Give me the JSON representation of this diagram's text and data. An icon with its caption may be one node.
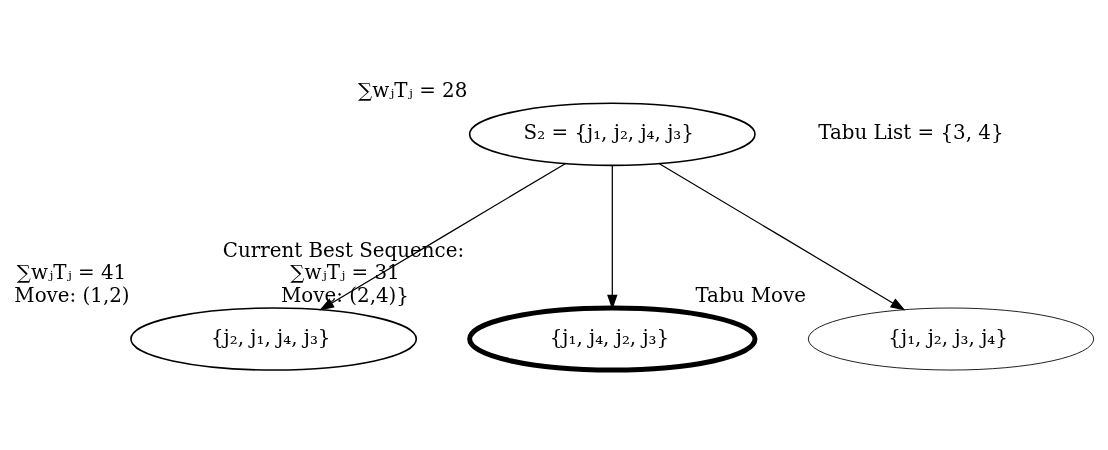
{
  "diagram": {
    "nodes": [
      {
        "text": [
          "S₂ = {j₁, j₂, j₄, j₃}"
        ],
        "beside": [
          "∑wⱼTⱼ = 28"
        ]
      },
      {
        "text": [
          "{j₂, j₁, j₄, j₃}"
        ],
        "beside": [
          "∑wⱼTⱼ = 41",
          "Move: (1,2)"
        ]
      },
      {
        "text": [
          "{j₁, j₄, j₂, j₃}"
        ],
        "beside": [
          "Current Best Sequence:",
          "∑wⱼTⱼ = 31",
          "Move: (2,4)}"
        ]
      },
      {
        "text": [
          "{j₁, j₂, j₃, j₄}"
        ],
        "beside": [
          "Tabu Move"
        ]
      }
    ],
    "edges": [
      {
        "from": 0,
        "to": 1,
        "arrow": "to"
      },
      {
        "from": 0,
        "to": 2,
        "arrow": "to"
      },
      {
        "from": 0,
        "to": 3,
        "arrow": "to"
      }
    ],
    "labels": [
      "Tabu List = {3, 4}"
    ]
  }
}
